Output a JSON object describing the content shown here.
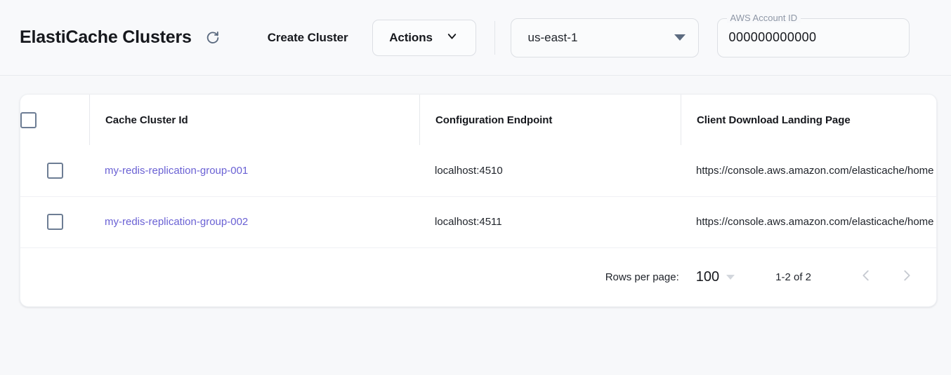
{
  "header": {
    "title": "ElastiCache Clusters",
    "refresh_icon": "refresh-icon",
    "create_cluster_label": "Create Cluster",
    "actions_label": "Actions",
    "actions_icon": "chevron-down-icon",
    "region": {
      "value": "us-east-1",
      "icon": "caret-down-icon"
    },
    "account": {
      "label": "AWS Account ID",
      "value": "000000000000"
    }
  },
  "table": {
    "select_all_name": "select-all-checkbox",
    "columns": [
      "Cache Cluster Id",
      "Configuration Endpoint",
      "Client Download Landing Page"
    ],
    "rows": [
      {
        "cluster_id": "my-redis-replication-group-001",
        "endpoint": "localhost:4510",
        "landing_page": "https://console.aws.amazon.com/elasticache/home"
      },
      {
        "cluster_id": "my-redis-replication-group-002",
        "endpoint": "localhost:4511",
        "landing_page": "https://console.aws.amazon.com/elasticache/home"
      }
    ]
  },
  "pagination": {
    "rows_per_page_label": "Rows per page:",
    "rows_per_page_value": "100",
    "range_label": "1-2 of 2",
    "prev_icon": "chevron-left-icon",
    "next_icon": "chevron-right-icon"
  },
  "colors": {
    "page_bg": "#f7f8fa",
    "link": "#6a61d4",
    "text": "#16181d",
    "checkbox_border": "#6d7d94",
    "caret": "#5c6b80"
  }
}
